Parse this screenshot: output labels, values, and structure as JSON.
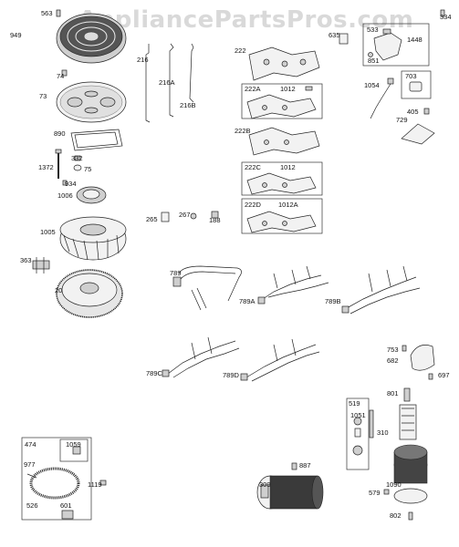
{
  "watermark": "AppliancePartsPros.com",
  "labels": {
    "p563": "563",
    "p949": "949",
    "p74": "74",
    "p73": "73",
    "p890": "890",
    "p1372": "1372",
    "p332": "332",
    "p75": "75",
    "p934": "934",
    "p1006": "1006",
    "p1005": "1005",
    "p363": "363",
    "p20": "20",
    "p216": "216",
    "p216a": "216A",
    "p216b": "216B",
    "p222": "222",
    "p222a": "222A",
    "p1012": "1012",
    "p222b": "222B",
    "p222c": "222C",
    "p1012b": "1012",
    "p222d": "222D",
    "p1012a": "1012A",
    "p265": "265",
    "p267": "267",
    "p188": "188",
    "p635": "635",
    "p334": "334",
    "p533": "533",
    "p1448": "1448",
    "p851": "851",
    "p1054": "1054",
    "p703": "703",
    "p405": "405",
    "p729": "729",
    "p789": "789",
    "p789a": "789A",
    "p789b": "789B",
    "p789c": "789C",
    "p789d": "789D",
    "p753": "753",
    "p682": "682",
    "p697": "697",
    "p801": "801",
    "p519": "519",
    "p1051": "1051",
    "p310": "310",
    "p579": "579",
    "p1090": "1090",
    "p802": "802",
    "p474": "474",
    "p1059": "1059",
    "p977": "977",
    "p1119": "1119",
    "p526": "526",
    "p601": "601",
    "p887": "887",
    "p309": "309"
  }
}
